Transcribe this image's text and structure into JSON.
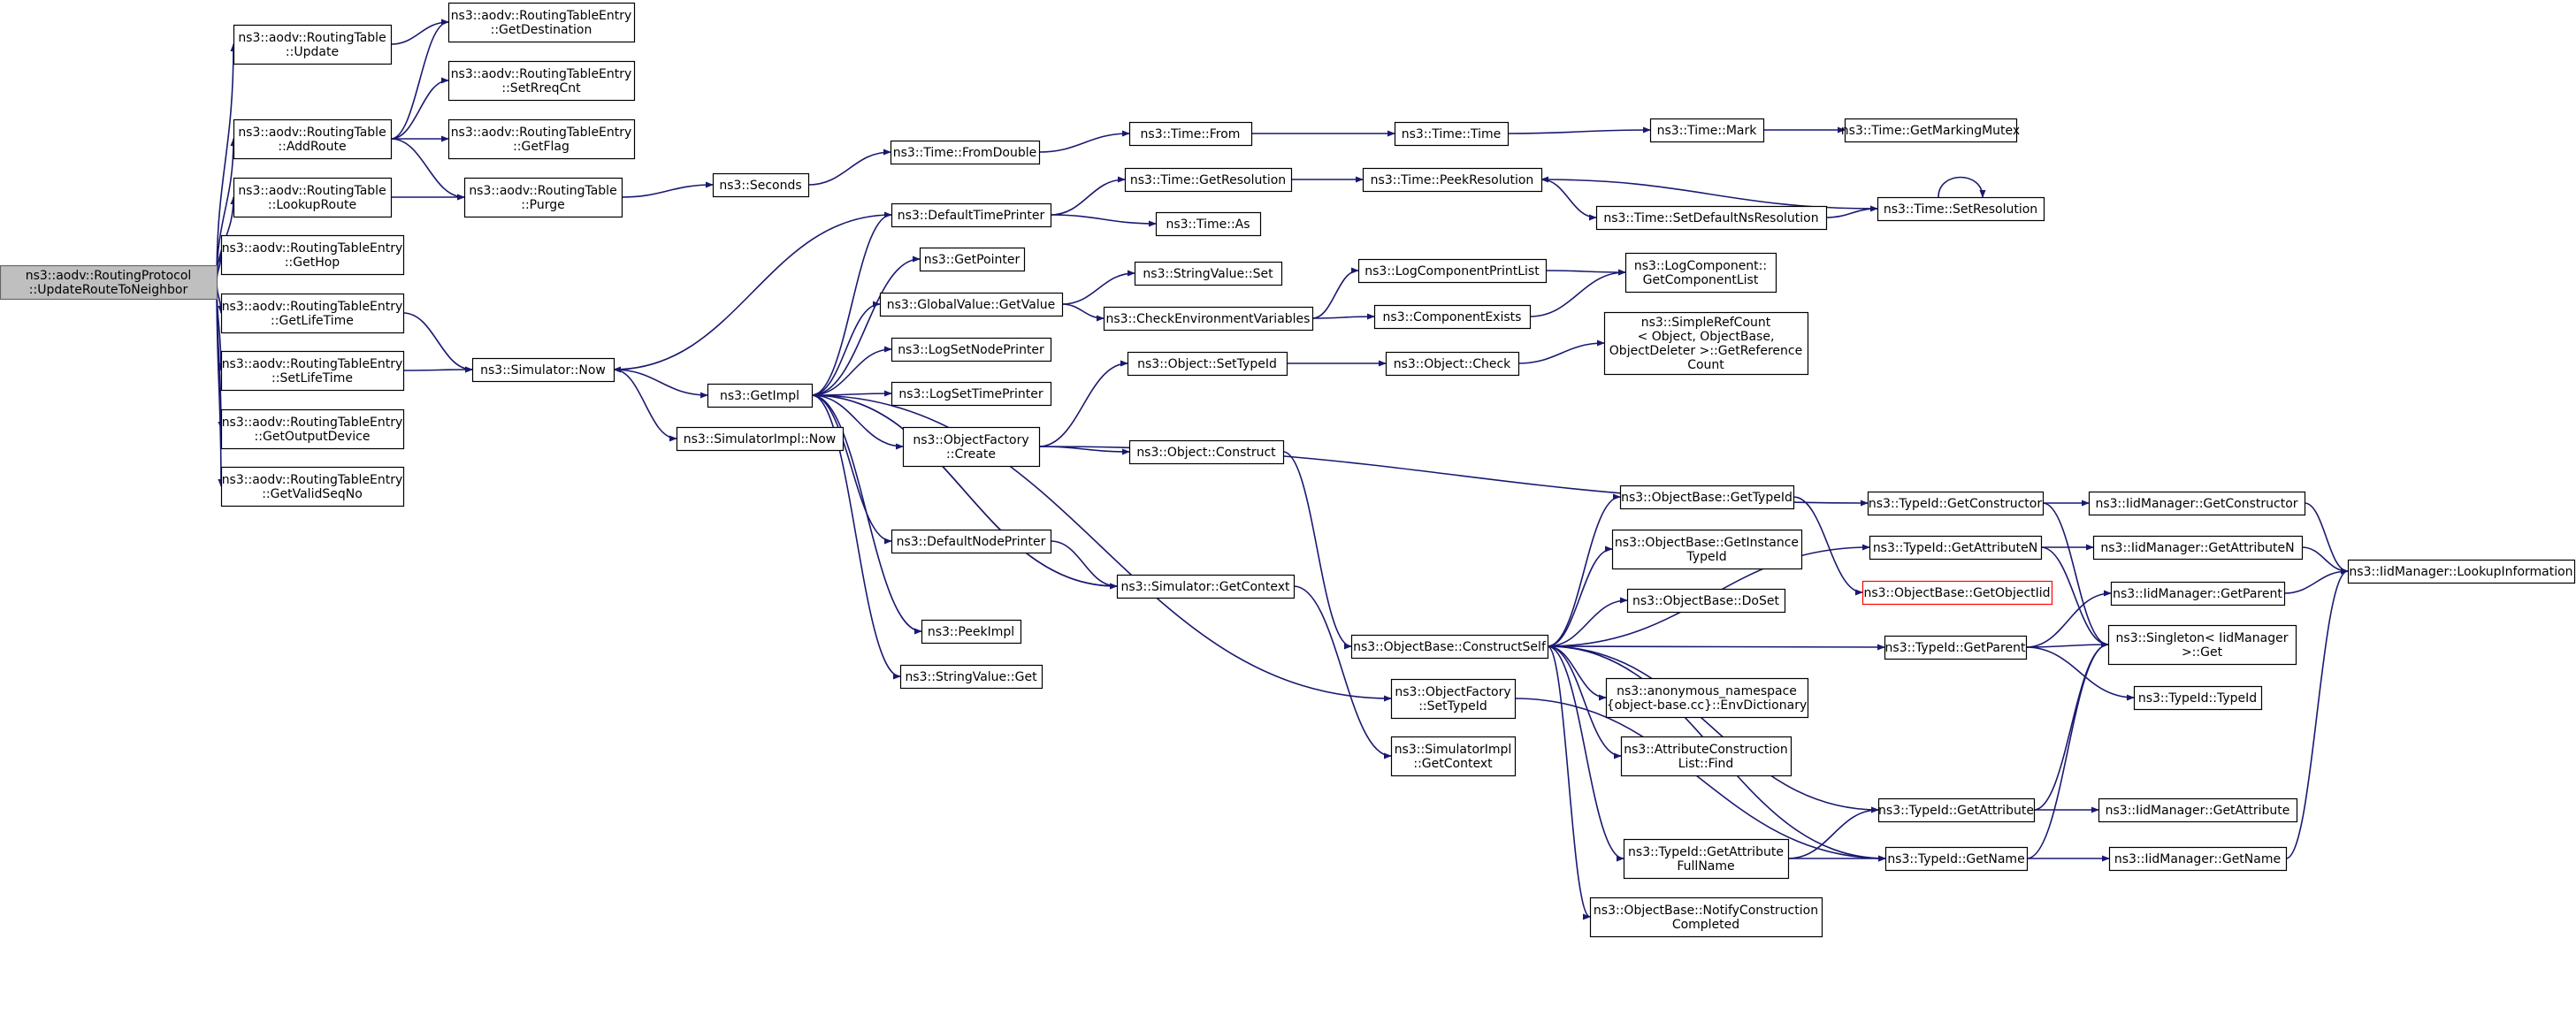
{
  "diagram": {
    "title": "",
    "colors": {
      "edge": "#191970",
      "node_border": "#000000",
      "root_fill": "#bfbfbf",
      "missing_border": "#ff0000"
    },
    "nodes": [
      {
        "id": "root",
        "lines": [
          "ns3::aodv::RoutingProtocol",
          "::UpdateRouteToNeighbor"
        ],
        "style": "root"
      },
      {
        "id": "rt_update",
        "lines": [
          "ns3::aodv::RoutingTable",
          "::Update"
        ]
      },
      {
        "id": "rt_addroute",
        "lines": [
          "ns3::aodv::RoutingTable",
          "::AddRoute"
        ]
      },
      {
        "id": "rt_lookup",
        "lines": [
          "ns3::aodv::RoutingTable",
          "::LookupRoute"
        ]
      },
      {
        "id": "rte_gethop",
        "lines": [
          "ns3::aodv::RoutingTableEntry",
          "::GetHop"
        ]
      },
      {
        "id": "rte_getlifetime",
        "lines": [
          "ns3::aodv::RoutingTableEntry",
          "::GetLifeTime"
        ]
      },
      {
        "id": "rte_setlifetime",
        "lines": [
          "ns3::aodv::RoutingTableEntry",
          "::SetLifeTime"
        ]
      },
      {
        "id": "rte_getoutdev",
        "lines": [
          "ns3::aodv::RoutingTableEntry",
          "::GetOutputDevice"
        ]
      },
      {
        "id": "rte_getvalidseq",
        "lines": [
          "ns3::aodv::RoutingTableEntry",
          "::GetValidSeqNo"
        ]
      },
      {
        "id": "rte_getdest",
        "lines": [
          "ns3::aodv::RoutingTableEntry",
          "::GetDestination"
        ]
      },
      {
        "id": "rte_setrreq",
        "lines": [
          "ns3::aodv::RoutingTableEntry",
          "::SetRreqCnt"
        ]
      },
      {
        "id": "rte_getflag",
        "lines": [
          "ns3::aodv::RoutingTableEntry",
          "::GetFlag"
        ]
      },
      {
        "id": "rt_purge",
        "lines": [
          "ns3::aodv::RoutingTable",
          "::Purge"
        ]
      },
      {
        "id": "seconds",
        "lines": [
          "ns3::Seconds"
        ]
      },
      {
        "id": "time_fromdouble",
        "lines": [
          "ns3::Time::FromDouble"
        ]
      },
      {
        "id": "time_from",
        "lines": [
          "ns3::Time::From"
        ]
      },
      {
        "id": "time_time",
        "lines": [
          "ns3::Time::Time"
        ]
      },
      {
        "id": "time_mark",
        "lines": [
          "ns3::Time::Mark"
        ]
      },
      {
        "id": "time_getmarkingmutex",
        "lines": [
          "ns3::Time::GetMarkingMutex"
        ]
      },
      {
        "id": "sim_now",
        "lines": [
          "ns3::Simulator::Now"
        ]
      },
      {
        "id": "getimpl",
        "lines": [
          "ns3::GetImpl"
        ]
      },
      {
        "id": "simimpl_now",
        "lines": [
          "ns3::SimulatorImpl::Now"
        ]
      },
      {
        "id": "defaulttimeprinter",
        "lines": [
          "ns3::DefaultTimePrinter"
        ]
      },
      {
        "id": "getpointer",
        "lines": [
          "ns3::GetPointer"
        ]
      },
      {
        "id": "globalvalue_getvalue",
        "lines": [
          "ns3::GlobalValue::GetValue"
        ]
      },
      {
        "id": "logsetnodeprinter",
        "lines": [
          "ns3::LogSetNodePrinter"
        ]
      },
      {
        "id": "logsettimeprinter",
        "lines": [
          "ns3::LogSetTimePrinter"
        ]
      },
      {
        "id": "objectfactory_create",
        "lines": [
          "ns3::ObjectFactory",
          "::Create"
        ]
      },
      {
        "id": "defaultnodeprinter",
        "lines": [
          "ns3::DefaultNodePrinter"
        ]
      },
      {
        "id": "sim_getcontext",
        "lines": [
          "ns3::Simulator::GetContext"
        ]
      },
      {
        "id": "peekimpl",
        "lines": [
          "ns3::PeekImpl"
        ]
      },
      {
        "id": "stringvalue_get",
        "lines": [
          "ns3::StringValue::Get"
        ]
      },
      {
        "id": "time_getresolution",
        "lines": [
          "ns3::Time::GetResolution"
        ]
      },
      {
        "id": "time_as",
        "lines": [
          "ns3::Time::As"
        ]
      },
      {
        "id": "stringvalue_set",
        "lines": [
          "ns3::StringValue::Set"
        ]
      },
      {
        "id": "checkenv",
        "lines": [
          "ns3::CheckEnvironmentVariables"
        ]
      },
      {
        "id": "object_settypeid",
        "lines": [
          "ns3::Object::SetTypeId"
        ]
      },
      {
        "id": "object_construct",
        "lines": [
          "ns3::Object::Construct"
        ]
      },
      {
        "id": "time_peekresolution",
        "lines": [
          "ns3::Time::PeekResolution"
        ]
      },
      {
        "id": "time_setdefaultns",
        "lines": [
          "ns3::Time::SetDefaultNsResolution"
        ]
      },
      {
        "id": "time_setresolution",
        "lines": [
          "ns3::Time::SetResolution"
        ]
      },
      {
        "id": "logcomponentprintlist",
        "lines": [
          "ns3::LogComponentPrintList"
        ]
      },
      {
        "id": "componentexists",
        "lines": [
          "ns3::ComponentExists"
        ]
      },
      {
        "id": "logcomponent_getlist",
        "lines": [
          "ns3::LogComponent::",
          "GetComponentList"
        ]
      },
      {
        "id": "object_check",
        "lines": [
          "ns3::Object::Check"
        ]
      },
      {
        "id": "simplerefcount",
        "lines": [
          "ns3::SimpleRefCount",
          "< Object, ObjectBase,",
          "ObjectDeleter >::GetReference",
          "Count"
        ]
      },
      {
        "id": "objectbase_constructself",
        "lines": [
          "ns3::ObjectBase::ConstructSelf"
        ]
      },
      {
        "id": "objectbase_gettypeid",
        "lines": [
          "ns3::ObjectBase::GetTypeId"
        ]
      },
      {
        "id": "objectbase_getinstancetypeid",
        "lines": [
          "ns3::ObjectBase::GetInstance",
          "TypeId"
        ]
      },
      {
        "id": "objectbase_doset",
        "lines": [
          "ns3::ObjectBase::DoSet"
        ]
      },
      {
        "id": "anon_envdict",
        "lines": [
          "ns3::anonymous_namespace",
          "{object-base.cc}::EnvDictionary"
        ]
      },
      {
        "id": "attrconstr_find",
        "lines": [
          "ns3::AttributeConstruction",
          "List::Find"
        ]
      },
      {
        "id": "typeid_getattrfullname",
        "lines": [
          "ns3::TypeId::GetAttribute",
          "FullName"
        ]
      },
      {
        "id": "objectbase_notify",
        "lines": [
          "ns3::ObjectBase::NotifyConstruction",
          "Completed"
        ]
      },
      {
        "id": "objectfactory_settypeid",
        "lines": [
          "ns3::ObjectFactory",
          "::SetTypeId"
        ]
      },
      {
        "id": "simimpl_getcontext",
        "lines": [
          "ns3::SimulatorImpl",
          "::GetContext"
        ]
      },
      {
        "id": "objectbase_getobjectiid",
        "lines": [
          "ns3::ObjectBase::GetObjectIid"
        ],
        "style": "missing"
      },
      {
        "id": "typeid_getconstructor",
        "lines": [
          "ns3::TypeId::GetConstructor"
        ]
      },
      {
        "id": "typeid_getattributen",
        "lines": [
          "ns3::TypeId::GetAttributeN"
        ]
      },
      {
        "id": "typeid_getparent",
        "lines": [
          "ns3::TypeId::GetParent"
        ]
      },
      {
        "id": "typeid_getattribute",
        "lines": [
          "ns3::TypeId::GetAttribute"
        ]
      },
      {
        "id": "typeid_getname",
        "lines": [
          "ns3::TypeId::GetName"
        ]
      },
      {
        "id": "iid_getconstructor",
        "lines": [
          "ns3::IidManager::GetConstructor"
        ]
      },
      {
        "id": "iid_getattributen",
        "lines": [
          "ns3::IidManager::GetAttributeN"
        ]
      },
      {
        "id": "iid_getparent",
        "lines": [
          "ns3::IidManager::GetParent"
        ]
      },
      {
        "id": "singleton_get",
        "lines": [
          "ns3::Singleton< IidManager",
          ">::Get"
        ]
      },
      {
        "id": "typeid_typeid",
        "lines": [
          "ns3::TypeId::TypeId"
        ]
      },
      {
        "id": "iid_getattribute",
        "lines": [
          "ns3::IidManager::GetAttribute"
        ]
      },
      {
        "id": "iid_getname",
        "lines": [
          "ns3::IidManager::GetName"
        ]
      },
      {
        "id": "iid_lookupinfo",
        "lines": [
          "ns3::IidManager::LookupInformation"
        ]
      }
    ]
  }
}
